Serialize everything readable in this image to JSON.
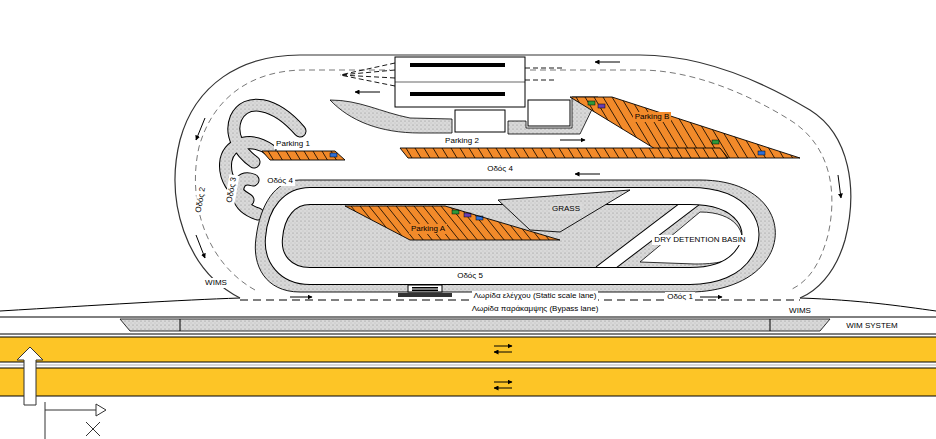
{
  "diagram": {
    "nodes": [
      {
        "text": [
          "Parking B"
        ]
      },
      {
        "text": [
          "Parking 2"
        ]
      },
      {
        "text": [
          "Parking 1"
        ]
      },
      {
        "text": [
          "Parking A"
        ]
      },
      {
        "text": [
          "GRASS"
        ]
      }
    ],
    "labels": [
      "Οδός 4",
      "Οδός 3",
      "Οδός 2",
      "Οδός 4",
      "Οδός 5",
      "DRY DETENTION BASIN",
      "WIMS",
      "Λωρίδα ελέγχου (Static scale lane)",
      "Λωρίδα παράκαμψης (Bypass lane)",
      "Οδός 1",
      "WIMS",
      "WIM SYSTEM"
    ]
  }
}
